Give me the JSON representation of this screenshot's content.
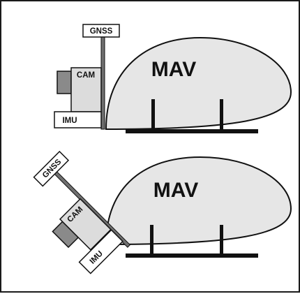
{
  "figure": {
    "panels": [
      {
        "id": "upright",
        "vehicle_label": "MAV",
        "sensors": {
          "gnss": "GNSS",
          "camera": "CAM",
          "imu": "IMU"
        }
      },
      {
        "id": "tilted",
        "vehicle_label": "MAV",
        "sensors": {
          "gnss": "GNSS",
          "camera": "CAM",
          "imu": "IMU"
        }
      }
    ],
    "colors": {
      "body_fill": "#e6e6e6",
      "outline": "#111111",
      "camera_body": "#dcdcdc",
      "camera_lens": "#8a8a8a",
      "mast": "#6f6f6f"
    }
  }
}
